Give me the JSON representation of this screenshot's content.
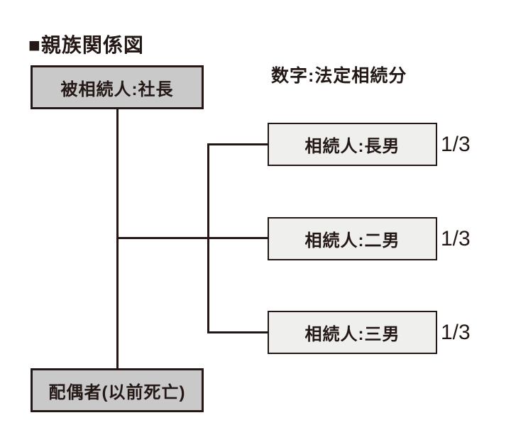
{
  "title": "■親族関係図",
  "legend": "数字:法定相続分",
  "decedent": {
    "label": "被相続人:社長"
  },
  "spouse": {
    "label": "配偶者(以前死亡)"
  },
  "heirs": [
    {
      "label": "相続人:長男",
      "share": "1/3"
    },
    {
      "label": "相続人:二男",
      "share": "1/3"
    },
    {
      "label": "相続人:三男",
      "share": "1/3"
    }
  ],
  "colors": {
    "ink": "#231815",
    "gray_box_fill": "#c9c9ca",
    "light_box_fill": "#efefee",
    "background": "#ffffff"
  }
}
